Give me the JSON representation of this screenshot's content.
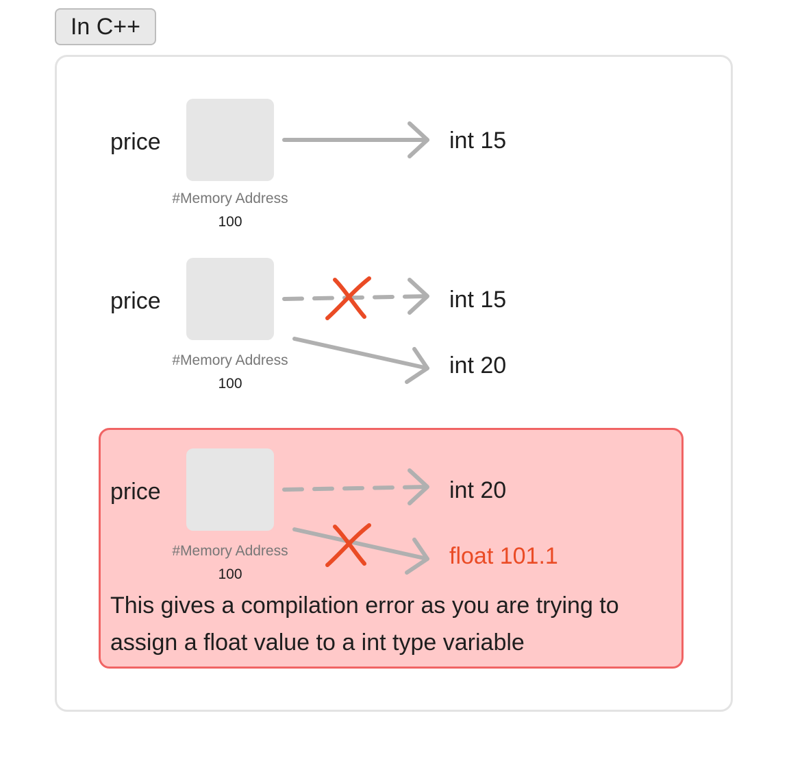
{
  "title": "In C++",
  "rows": [
    {
      "variable": "price",
      "address_label": "#Memory Address",
      "address_value": "100",
      "values": [
        "int 15"
      ]
    },
    {
      "variable": "price",
      "address_label": "#Memory Address",
      "address_value": "100",
      "values": [
        "int 15",
        "int 20"
      ]
    },
    {
      "variable": "price",
      "address_label": "#Memory Address",
      "address_value": "100",
      "values": [
        "int 20",
        "float 101.1"
      ]
    }
  ],
  "error_message": "This gives a compilation error as you are trying to assign a float value to a int type variable",
  "colors": {
    "arrow": "#b0b0b0",
    "cross": "#ea4b25",
    "error_fill": "#ffc9c9",
    "error_border": "#f06464"
  },
  "icons": [
    "arrow-icon",
    "dashed-arrow-icon",
    "cross-mark-icon"
  ]
}
